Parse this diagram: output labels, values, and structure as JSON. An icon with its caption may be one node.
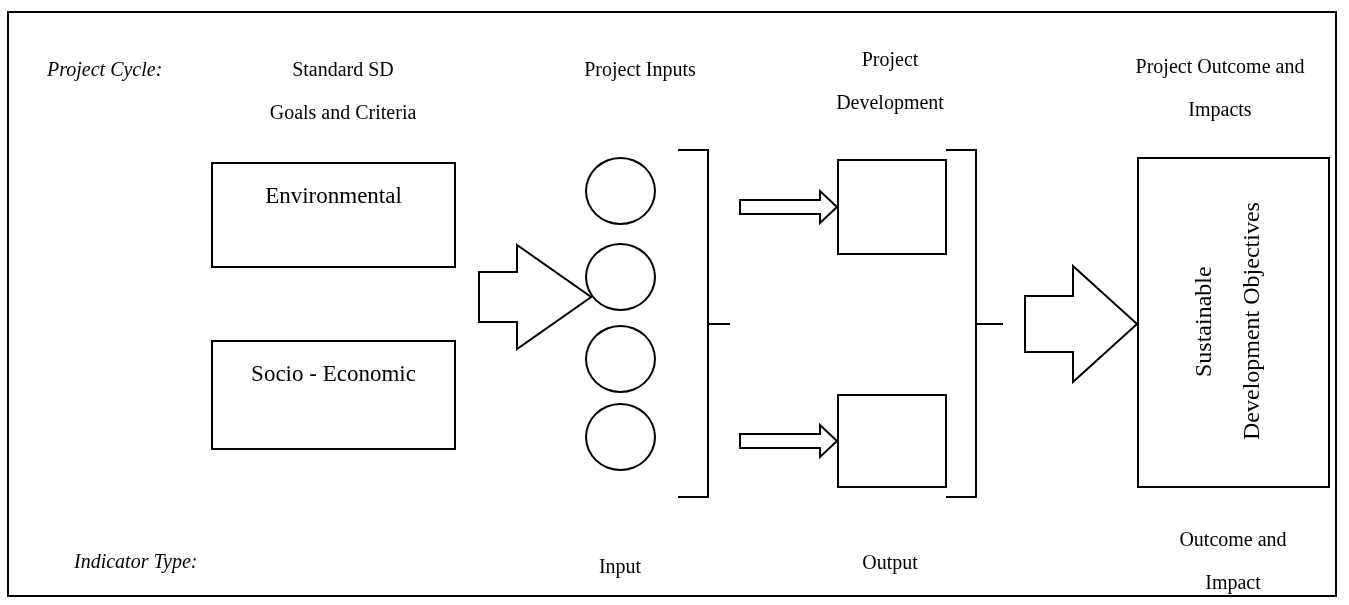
{
  "diagram": {
    "nodes": [
      {
        "text": [
          "Environmental"
        ]
      },
      {
        "text": [
          "Socio - Economic"
        ]
      },
      {
        "text": [],
        "shape": "circle"
      },
      {
        "text": [],
        "shape": "circle"
      },
      {
        "text": [],
        "shape": "circle"
      },
      {
        "text": [],
        "shape": "circle"
      },
      {
        "text": [],
        "shape": "box"
      },
      {
        "text": [],
        "shape": "box"
      },
      {
        "text": [
          "Sustainable Development Objectives"
        ]
      }
    ],
    "edges": [
      {
        "from": null,
        "to": 3,
        "arrow": "to"
      },
      {
        "from": null,
        "to": 6,
        "arrow": "to"
      },
      {
        "from": null,
        "to": 7,
        "arrow": "to"
      },
      {
        "from": null,
        "to": 8,
        "arrow": "to"
      }
    ],
    "labels": [
      "Project Cycle:",
      "Standard SD Goals and Criteria",
      "Project Inputs",
      "Project Development",
      "Project Outcome and Impacts",
      "Indicator Type:",
      "Input",
      "Output",
      "Outcome and Impact"
    ]
  }
}
